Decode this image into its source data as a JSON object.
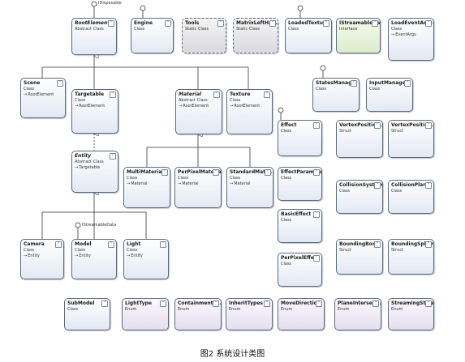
{
  "caption": "图2   系统设计类图",
  "interfaces": {
    "idisposable": "IDisposable",
    "istreamable": "IStreamableData"
  },
  "nodes": [
    {
      "id": "rootelement",
      "name": "RootElement",
      "kind": "Abstract Class",
      "abstract": true
    },
    {
      "id": "engine",
      "name": "Engine",
      "kind": "Class"
    },
    {
      "id": "tools",
      "name": "Tools",
      "kind": "Static Class",
      "style": "static"
    },
    {
      "id": "matrixlefthan",
      "name": "MatrixLeftHan...",
      "kind": "Static Class",
      "style": "static"
    },
    {
      "id": "loadedtexture",
      "name": "LoadedTexture",
      "kind": "Class"
    },
    {
      "id": "istreamabledata",
      "name": "IStreamableData",
      "kind": "Interface",
      "style": "interface"
    },
    {
      "id": "loadeventargs",
      "name": "LoadEventArgs",
      "kind": "Class",
      "base": "EventArgs"
    },
    {
      "id": "scene",
      "name": "Scene",
      "kind": "Class",
      "base": "RootElement"
    },
    {
      "id": "targetable",
      "name": "Targetable",
      "kind": "Class",
      "base": "RootElement"
    },
    {
      "id": "material",
      "name": "Material",
      "kind": "Abstract Class",
      "base": "RootElement",
      "abstract": true
    },
    {
      "id": "texture",
      "name": "Texture",
      "kind": "Class",
      "base": "RootElement"
    },
    {
      "id": "statesmanager",
      "name": "StatesManager",
      "kind": "Class"
    },
    {
      "id": "inputmanager",
      "name": "InputManager",
      "kind": "Class"
    },
    {
      "id": "effect",
      "name": "Effect",
      "kind": "Class"
    },
    {
      "id": "vertexposition1",
      "name": "VertexPosition...",
      "kind": "Struct"
    },
    {
      "id": "vertexposition2",
      "name": "VertexPosition...",
      "kind": "Struct"
    },
    {
      "id": "entity",
      "name": "Entity",
      "kind": "Abstract Class",
      "base": "Targetable",
      "abstract": true
    },
    {
      "id": "multimaterial",
      "name": "MultiMaterial",
      "kind": "Class",
      "base": "Material"
    },
    {
      "id": "perpixelmaterial",
      "name": "PerPixelMaterial",
      "kind": "Class",
      "base": "Material"
    },
    {
      "id": "standardmater",
      "name": "StandardMater...",
      "kind": "Class",
      "base": "Material"
    },
    {
      "id": "effectparameter",
      "name": "EffectParameter",
      "kind": "Class"
    },
    {
      "id": "collisionsystem",
      "name": "CollisionSystem",
      "kind": "Class"
    },
    {
      "id": "collisionplane",
      "name": "CollisionPlane",
      "kind": "Class"
    },
    {
      "id": "basiceffect",
      "name": "BasicEffect",
      "kind": "Class"
    },
    {
      "id": "camera",
      "name": "Camera",
      "kind": "Class",
      "base": "Entity"
    },
    {
      "id": "model",
      "name": "Model",
      "kind": "Class",
      "base": "Entity"
    },
    {
      "id": "light",
      "name": "Light",
      "kind": "Class",
      "base": "Entity"
    },
    {
      "id": "boundingbox",
      "name": "BoundingBox",
      "kind": "Struct"
    },
    {
      "id": "boundingsphere",
      "name": "BoundingSphere",
      "kind": "Struct"
    },
    {
      "id": "perpixeleffect",
      "name": "PerPixelEffect",
      "kind": "Class"
    },
    {
      "id": "submodel",
      "name": "SubModel",
      "kind": "Class"
    },
    {
      "id": "lighttype",
      "name": "LightType",
      "kind": "Enum",
      "style": "enum"
    },
    {
      "id": "containmentt",
      "name": "ContainmentT...",
      "kind": "Enum",
      "style": "enum"
    },
    {
      "id": "inherittypes",
      "name": "InheritTypes",
      "kind": "Enum",
      "style": "enum"
    },
    {
      "id": "movedirection",
      "name": "MoveDirection",
      "kind": "Enum",
      "style": "enum"
    },
    {
      "id": "planeintersecti",
      "name": "PlaneIntersecti...",
      "kind": "Enum",
      "style": "enum"
    },
    {
      "id": "streamingstate",
      "name": "StreamingState",
      "kind": "Enum",
      "style": "enum"
    }
  ]
}
